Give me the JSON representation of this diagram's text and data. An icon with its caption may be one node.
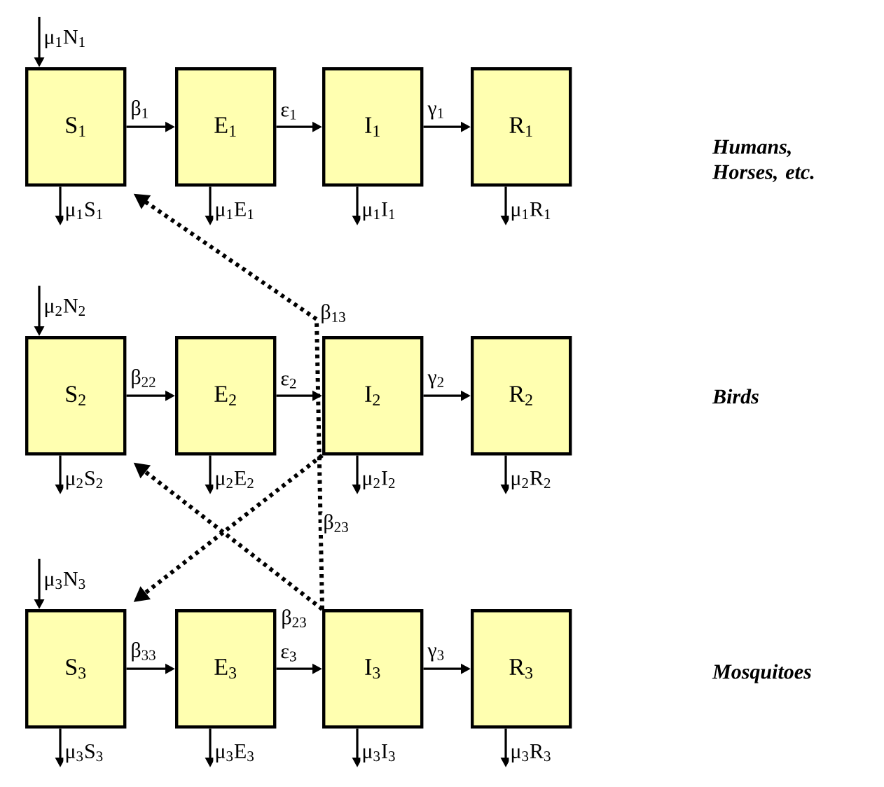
{
  "diagram": {
    "nodes": [
      {
        "text": [
          "S$_{1}$"
        ]
      },
      {
        "text": [
          "E$_{1}$"
        ]
      },
      {
        "text": [
          "I$_{1}$"
        ]
      },
      {
        "text": [
          "R$_{1}$"
        ]
      },
      {
        "text": [
          "S$_{2}$"
        ]
      },
      {
        "text": [
          "E$_{2}$"
        ]
      },
      {
        "text": [
          "I$_{2}$"
        ]
      },
      {
        "text": [
          "R$_{2}$"
        ]
      },
      {
        "text": [
          "S$_{3}$"
        ]
      },
      {
        "text": [
          "E$_{3}$"
        ]
      },
      {
        "text": [
          "I$_{3}$"
        ]
      },
      {
        "text": [
          "R$_{3}$"
        ]
      }
    ],
    "edges": [
      {
        "from": null,
        "to": 0,
        "arrow": "to",
        "label": "μ$_{1}$N$_{1}$"
      },
      {
        "from": 0,
        "to": 1,
        "arrow": "to",
        "label": "β$_{1}$"
      },
      {
        "from": 1,
        "to": 2,
        "arrow": "to",
        "label": "ε$_{1}$"
      },
      {
        "from": 2,
        "to": 3,
        "arrow": "to",
        "label": "γ$_{1}$"
      },
      {
        "from": 0,
        "to": null,
        "arrow": "to",
        "label": "μ$_{1}$S$_{1}$"
      },
      {
        "from": 1,
        "to": null,
        "arrow": "to",
        "label": "μ$_{1}$E$_{1}$"
      },
      {
        "from": 2,
        "to": null,
        "arrow": "to",
        "label": "μ$_{1}$I$_{1}$"
      },
      {
        "from": 3,
        "to": null,
        "arrow": "to",
        "label": "μ$_{1}$R$_{1}$"
      },
      {
        "from": null,
        "to": 4,
        "arrow": "to",
        "label": "μ$_{2}$N$_{2}$"
      },
      {
        "from": 4,
        "to": 5,
        "arrow": "to",
        "label": "β$_{22}$"
      },
      {
        "from": 5,
        "to": 6,
        "arrow": "to",
        "label": "ε$_{2}$"
      },
      {
        "from": 6,
        "to": 7,
        "arrow": "to",
        "label": "γ$_{2}$"
      },
      {
        "from": 4,
        "to": null,
        "arrow": "to",
        "label": "μ$_{2}$S$_{2}$"
      },
      {
        "from": 5,
        "to": null,
        "arrow": "to",
        "label": "μ$_{2}$E$_{2}$"
      },
      {
        "from": 6,
        "to": null,
        "arrow": "to",
        "label": "μ$_{2}$I$_{2}$"
      },
      {
        "from": 7,
        "to": null,
        "arrow": "to",
        "label": "μ$_{2}$R$_{2}$"
      },
      {
        "from": null,
        "to": 8,
        "arrow": "to",
        "label": "μ$_{3}$N$_{3}$"
      },
      {
        "from": 8,
        "to": 9,
        "arrow": "to",
        "label": "β$_{33}$"
      },
      {
        "from": 9,
        "to": 10,
        "arrow": "to",
        "label": "ε$_{3}$"
      },
      {
        "from": 10,
        "to": 11,
        "arrow": "to",
        "label": "γ$_{3}$"
      },
      {
        "from": 8,
        "to": null,
        "arrow": "to",
        "label": "μ$_{3}$S$_{3}$"
      },
      {
        "from": 9,
        "to": null,
        "arrow": "to",
        "label": "μ$_{3}$E$_{3}$"
      },
      {
        "from": 10,
        "to": null,
        "arrow": "to",
        "label": "μ$_{3}$I$_{3}$"
      },
      {
        "from": 11,
        "to": null,
        "arrow": "to",
        "label": "μ$_{3}$R$_{3}$"
      },
      {
        "from": 10,
        "to": 0,
        "arrow": "to",
        "label": "β$_{13}$",
        "style": "dashed"
      },
      {
        "from": 10,
        "to": 4,
        "arrow": "to",
        "label": "β$_{23}$",
        "style": "dashed"
      },
      {
        "from": 6,
        "to": 8,
        "arrow": "to",
        "style": "dashed"
      }
    ],
    "labels": [
      "β$_{23}$",
      "Humans, Horses, etc.",
      "Birds",
      "Mosquitoes"
    ]
  }
}
